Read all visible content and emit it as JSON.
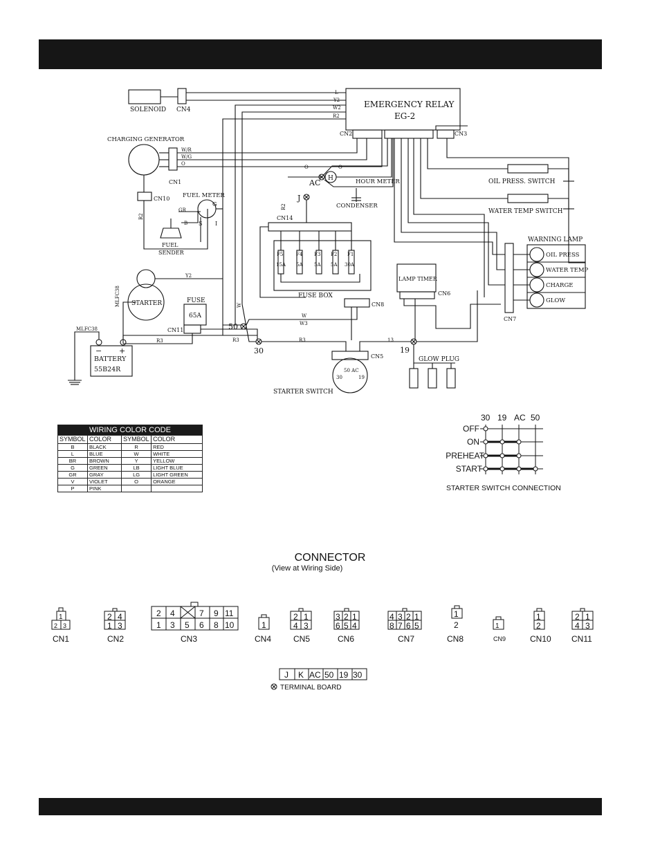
{
  "header_bar": {
    "color": "#161616"
  },
  "footer_bar": {
    "color": "#161616"
  },
  "diagram": {
    "emergency_relay": [
      "EMERGENCY RELAY",
      "EG-2"
    ],
    "solenoid": "SOLENOID",
    "charging_generator": "CHARGING GENERATOR",
    "fuel_meter": "FUEL METER",
    "fuel_sender": [
      "FUEL",
      "SENDER"
    ],
    "starter": "STARTER",
    "battery": [
      "BATTERY",
      "55B24R"
    ],
    "fuse": "FUSE",
    "fuse_value": "65A",
    "fuse_box": "FUSE BOX",
    "fuses": [
      {
        "name": "F5",
        "rating": "15A"
      },
      {
        "name": "F4",
        "rating": "5A"
      },
      {
        "name": "F3",
        "rating": "5A"
      },
      {
        "name": "F2",
        "rating": "5A"
      },
      {
        "name": "F1",
        "rating": "30A"
      }
    ],
    "hour_meter": "HOUR METER",
    "hour_meter_symbol": "H",
    "condenser": "CONDENSER",
    "oil_press_switch": "OIL PRESS. SWITCH",
    "water_temp_switch": "WATER TEMP SWITCH",
    "warning_lamp": "WARNING LAMP",
    "lamps": [
      "OIL PRESS",
      "WATER TEMP",
      "CHARGE",
      "GLOW"
    ],
    "lamp_timer": "LAMP TIMER",
    "starter_switch": "STARTER SWITCH",
    "glow_plug": "GLOW PLUG",
    "mlfc_1": "MLFC38",
    "mlfc_2": "MLFC38",
    "node_labels": {
      "ac": "AC",
      "j": "J",
      "n50": "50",
      "n30": "30",
      "n19": "19"
    },
    "connector_labels": {
      "cn1": "CN1",
      "cn2": "CN2",
      "cn3": "CN3",
      "cn4": "CN4",
      "cn5": "CN5",
      "cn6": "CN6",
      "cn7": "CN7",
      "cn8": "CN8",
      "cn10": "CN10",
      "cn11": "CN11",
      "cn14": "CN14"
    },
    "wire_labels": {
      "lrel": "L",
      "yrel": "Y2",
      "w2rel": "W2",
      "r2rel": "R2",
      "wr": "W/R",
      "wg": "W/G",
      "o": "O",
      "o2": "O",
      "o3": "O",
      "gr": "GR",
      "b": "B",
      "g": "G",
      "s": "S",
      "i": "I",
      "r2a": "R2",
      "r2b": "R2",
      "y2": "Y2",
      "w1": "W",
      "w3": "W3",
      "wm": "W",
      "r3a": "R3",
      "r3b": "R3",
      "r3c": "R3",
      "l3": "13"
    },
    "starter_switch_face": "50 AC",
    "starter_switch_terminals": [
      "30",
      "19"
    ]
  },
  "wiring_color_code": {
    "title": "WIRING COLOR CODE",
    "headers": [
      "SYMBOL",
      "COLOR",
      "SYMBOL",
      "COLOR"
    ],
    "rows": [
      [
        "B",
        "BLACK",
        "R",
        "RED"
      ],
      [
        "L",
        "BLUE",
        "W",
        "WHITE"
      ],
      [
        "BR",
        "BROWN",
        "Y",
        "YELLOW"
      ],
      [
        "G",
        "GREEN",
        "LB",
        "LIGHT BLUE"
      ],
      [
        "GR",
        "GRAY",
        "LG",
        "LIGHT GREEN"
      ],
      [
        "V",
        "VIOLET",
        "O",
        "ORANGE"
      ],
      [
        "P",
        "PINK",
        "",
        ""
      ]
    ]
  },
  "starter_switch_connection": {
    "caption": "STARTER SWITCH CONNECTION",
    "terminals": [
      "30",
      "19",
      "AC",
      "50"
    ],
    "positions": [
      "OFF",
      "ON",
      "PREHEAT",
      "START"
    ]
  },
  "connector": {
    "title": "CONNECTOR",
    "subtitle": "(View at Wiring Side)",
    "items": [
      {
        "label": "CN1",
        "rows": [
          [
            "1"
          ],
          [
            "2",
            "3"
          ]
        ]
      },
      {
        "label": "CN2",
        "rows": [
          [
            "2",
            "4"
          ],
          [
            "1",
            "3"
          ]
        ]
      },
      {
        "label": "CN3",
        "rows": [
          [
            "2",
            "4",
            "",
            "7",
            "9",
            "11"
          ],
          [
            "1",
            "3",
            "5",
            "6",
            "8",
            "10"
          ]
        ]
      },
      {
        "label": "CN4",
        "rows": [
          [
            "1"
          ]
        ]
      },
      {
        "label": "CN5",
        "rows": [
          [
            "2",
            "1"
          ],
          [
            "4",
            "3"
          ]
        ]
      },
      {
        "label": "CN6",
        "rows": [
          [
            "3",
            "2",
            "1"
          ],
          [
            "6",
            "5",
            "4"
          ]
        ]
      },
      {
        "label": "CN7",
        "rows": [
          [
            "4",
            "3",
            "2",
            "1"
          ],
          [
            "8",
            "7",
            "6",
            "5"
          ]
        ]
      },
      {
        "label": "CN8",
        "rows": [
          [
            "1"
          ],
          [
            "2"
          ]
        ]
      },
      {
        "label": "CN9",
        "rows": [
          [
            "1"
          ]
        ]
      },
      {
        "label": "CN10",
        "rows": [
          [
            "1"
          ],
          [
            "2"
          ]
        ]
      },
      {
        "label": "CN11",
        "rows": [
          [
            "2",
            "1"
          ],
          [
            "4",
            "3"
          ]
        ]
      }
    ]
  },
  "terminal_board": {
    "cells": [
      "J",
      "K",
      "AC",
      "50",
      "19",
      "30"
    ],
    "caption": "TERMINAL BOARD"
  }
}
